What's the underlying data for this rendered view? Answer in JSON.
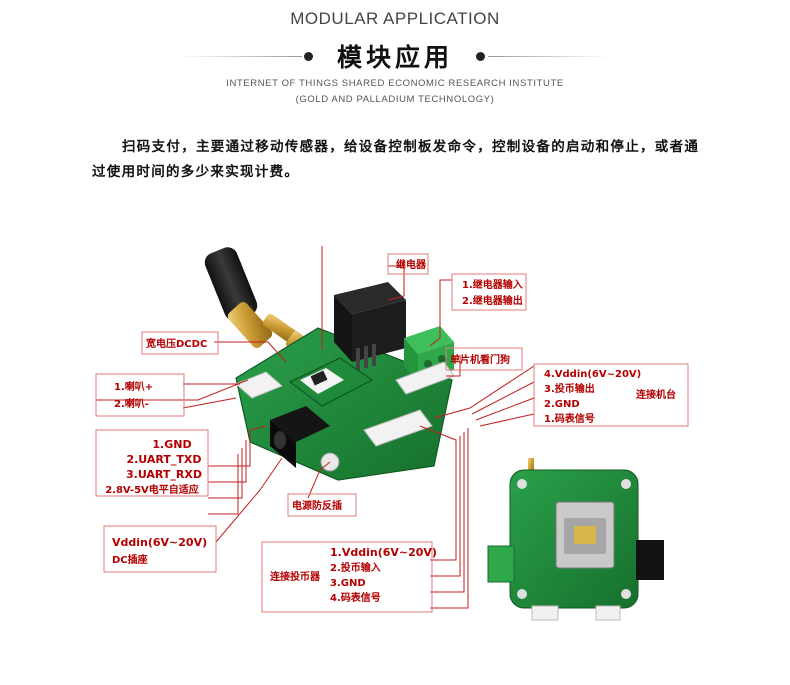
{
  "header": {
    "title_en": "MODULAR APPLICATION",
    "title_zh": "模块应用",
    "subtitle_1": "INTERNET OF THINGS SHARED ECONOMIC RESEARCH INSTITUTE",
    "subtitle_2": "(GOLD AND PALLADIUM TECHNOLOGY)"
  },
  "description": "扫码支付，主要通过移动传感器，给设备控制板发命令，控制设备的启动和停止，或者通过使用时间的多少来实现计费。",
  "callouts": {
    "relay": "继电器",
    "relay_io": [
      "1.继电器输入",
      "2.继电器输出"
    ],
    "wide_voltage": "宽电压DCDC",
    "mcu_watchdog": "单片机看门狗",
    "speaker": [
      "1.喇叭+",
      "2.喇叭-"
    ],
    "machine_port": [
      "4.Vddin(6V~20V)",
      "3.投币输出",
      "2.GND",
      "1.码表信号"
    ],
    "machine_port_title": "连接机台",
    "uart": [
      "1.GND",
      "2.UART_TXD",
      "3.UART_RXD",
      "2.8V-5V电平自适应"
    ],
    "power_protect": "电源防反插",
    "dc_jack": [
      "Vddin(6V~20V)",
      "DC插座"
    ],
    "coin_port_title": "连接投币器",
    "coin_port": [
      "1.Vddin(6V~20V)",
      "2.投币输入",
      "3.GND",
      "4.码表信号"
    ]
  },
  "colors": {
    "callout": "#b40000",
    "pcb": "#1f8a3a",
    "relay": "#1a1a1a",
    "terminal": "#2fa84a"
  }
}
